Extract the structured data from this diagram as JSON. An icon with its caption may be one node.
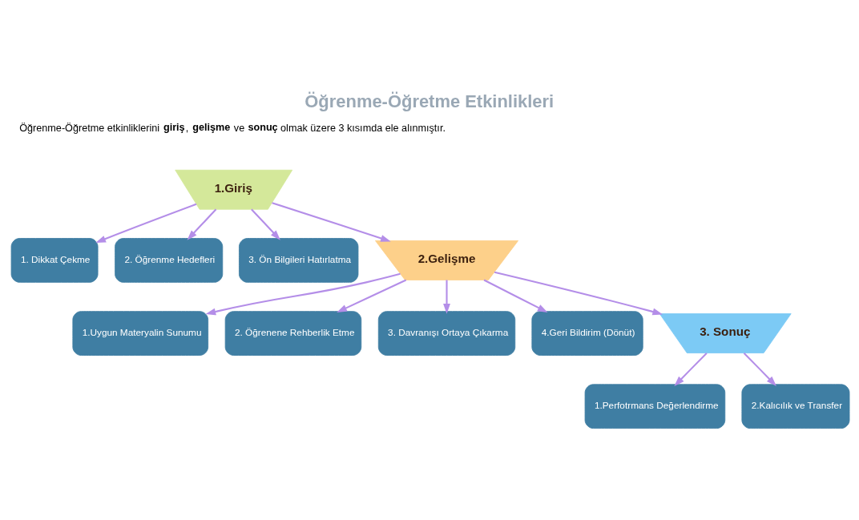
{
  "diagram": {
    "title": "Öğrenme-Öğretme Etkinlikleri",
    "nodes": [
      {
        "text": [
          "1. Dikkat Çekme"
        ]
      },
      {
        "text": [
          "2. Öğrenme Hedefleri"
        ]
      },
      {
        "text": [
          "3. Ön Bilgileri Hatırlatma"
        ]
      },
      {
        "text": [
          "1.Giriş"
        ]
      },
      {
        "text": [
          "1.Perfotrmans Değerlendirme"
        ]
      },
      {
        "text": [
          "2.Kalıcılık ve Transfer"
        ]
      },
      {
        "text": [
          "2.Gelişme"
        ]
      },
      {
        "text": [
          "1.Uygun Materyalin Sunumu"
        ]
      },
      {
        "text": [
          "2. Öğrenene Rehberlik Etme"
        ]
      },
      {
        "text": [
          "3. Davranışı Ortaya Çıkarma"
        ]
      },
      {
        "text": [
          "4.Geri Bildirim (Dönüt)"
        ]
      },
      {
        "text": [
          "3. Sonuç"
        ]
      }
    ],
    "edges": [
      {
        "from": 3,
        "to": 0,
        "arrow": "to"
      },
      {
        "from": 3,
        "to": 1,
        "arrow": "to"
      },
      {
        "from": 3,
        "to": 2,
        "arrow": "to"
      },
      {
        "from": 3,
        "to": 6,
        "arrow": "to"
      },
      {
        "from": 6,
        "to": 7,
        "arrow": "to"
      },
      {
        "from": 6,
        "to": 8,
        "arrow": "to"
      },
      {
        "from": 6,
        "to": 9,
        "arrow": "to"
      },
      {
        "from": 6,
        "to": 10,
        "arrow": "to"
      },
      {
        "from": 6,
        "to": 11,
        "arrow": "to"
      },
      {
        "from": 11,
        "to": 4,
        "arrow": "to"
      },
      {
        "from": 11,
        "to": 5,
        "arrow": "to"
      }
    ],
    "labels": [
      "Öğrenme-Öğretme etkinliklerini **giriş**, **gelişme** ve **sonuç** olmak üzere 3 kısımda ele alınmıştır."
    ]
  }
}
